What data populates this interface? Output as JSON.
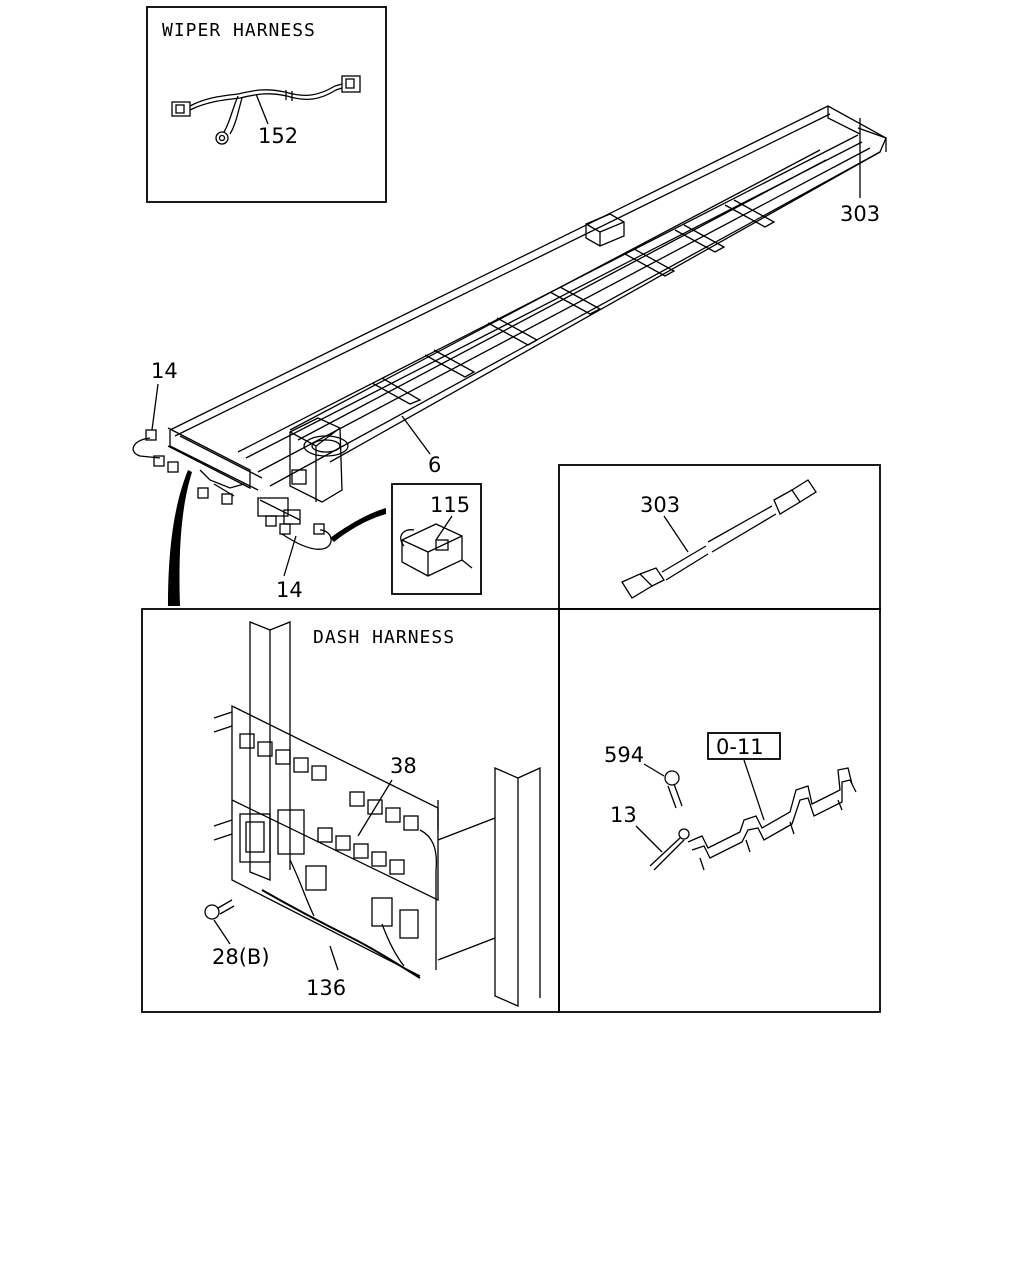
{
  "panels": {
    "wiper": {
      "title": "WIPER HARNESS"
    },
    "dash": {
      "title": "DASH HARNESS"
    }
  },
  "callouts": {
    "c152": "152",
    "c303_top": "303",
    "c14_top": "14",
    "c6": "6",
    "c115": "115",
    "c14_bottom": "14",
    "c303_panel": "303",
    "c38": "38",
    "c28b": "28(B)",
    "c136": "136",
    "c594": "594",
    "c13": "13",
    "ref_box": "0-11"
  }
}
